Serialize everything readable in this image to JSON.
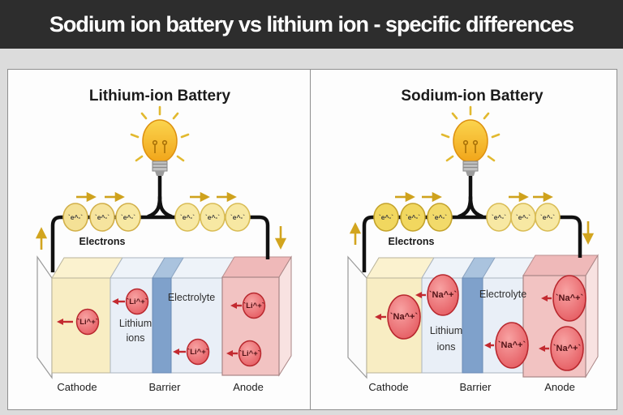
{
  "header": {
    "title": "Sodium ion battery vs lithium ion - specific differences"
  },
  "panels": [
    {
      "title": "Lithium-ion Battery",
      "electron_label": "`e^-`",
      "electrons_caption": "Electrons",
      "ion_label": "`Li^+`",
      "ion_caption_line1": "Lithium",
      "ion_caption_line2": "ions",
      "electrolyte_label": "Electrolyte",
      "cathode_label": "Cathode",
      "barrier_label": "Barrier",
      "anode_label": "Anode"
    },
    {
      "title": "Sodium-ion Battery",
      "electron_label": "`e^-`",
      "electrons_caption": "Electrons",
      "ion_label": "`Na^+`",
      "ion_caption_line1": "Lithium",
      "ion_caption_line2": "ions",
      "electrolyte_label": "Electrolyte",
      "cathode_label": "Cathode",
      "barrier_label": "Barrier",
      "anode_label": "Anode"
    }
  ],
  "colors": {
    "header_bg": "#2d2d2d",
    "header_text": "#ffffff",
    "page_bg": "#dcdcdc",
    "panel_bg": "#fdfdfd",
    "cathode": "#f8edc3",
    "electrolyte": "#e9eff7",
    "barrier": "#7fa1cb",
    "anode": "#f2c3c2",
    "ion_fill": "#e4585e",
    "ion_stroke": "#b8282e",
    "electron_pale": "#f7e8a3",
    "electron_gold": "#f1d75f",
    "wire": "#111111",
    "flow_arrow": "#d4a420",
    "bulb": "#f5b91e"
  }
}
